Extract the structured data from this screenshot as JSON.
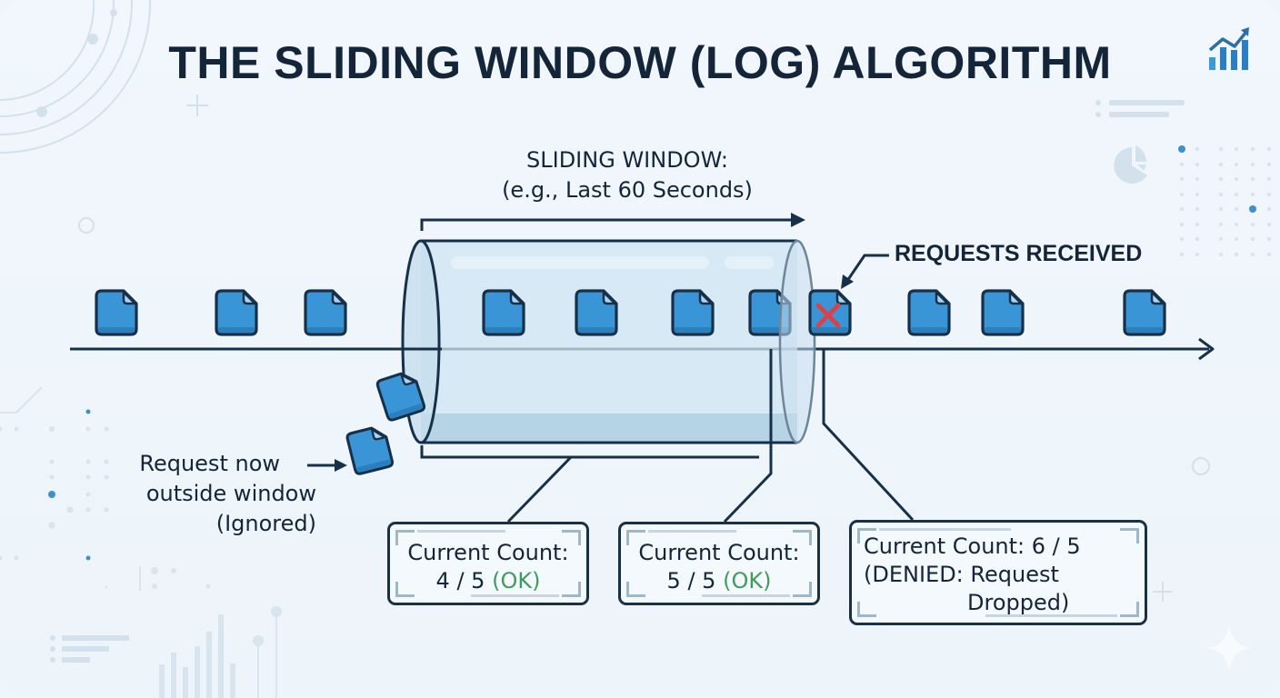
{
  "title": "THE SLIDING WINDOW (LOG) ALGORITHM",
  "window_label": {
    "line1": "SLIDING WINDOW:",
    "line2": "(e.g., Last 60 Seconds)"
  },
  "requests_label": "REQUESTS RECEIVED",
  "ignored_label": {
    "line1": "Request now",
    "line2": "outside window",
    "line3": "(Ignored)"
  },
  "status_boxes": [
    {
      "heading": "Current Count:",
      "count": "4 / 5",
      "status": "(OK)",
      "state": "ok"
    },
    {
      "heading": "Current Count:",
      "count": "5 / 5",
      "status": "(OK)",
      "state": "ok"
    },
    {
      "heading": "Current Count: 6 / 5",
      "status_line1": "(DENIED: Request",
      "status_line2": "Dropped)",
      "state": "denied"
    }
  ],
  "timeline": {
    "requests_before_window": 3,
    "requests_inside_window": 4,
    "rejected_requests": 1,
    "requests_after_window": 3,
    "expired_requests": 2,
    "limit": 5
  },
  "icons": {
    "request": "document-icon",
    "rejected": "red-x-icon",
    "corner_logo": "bar-chart-trend-icon"
  },
  "colors": {
    "doc_fill": "#3a95d6",
    "doc_stroke": "#173049",
    "window_fill": "#cfe4f2",
    "ok": "#3f9c5c",
    "denied": "#c9393f",
    "text": "#14253a"
  }
}
